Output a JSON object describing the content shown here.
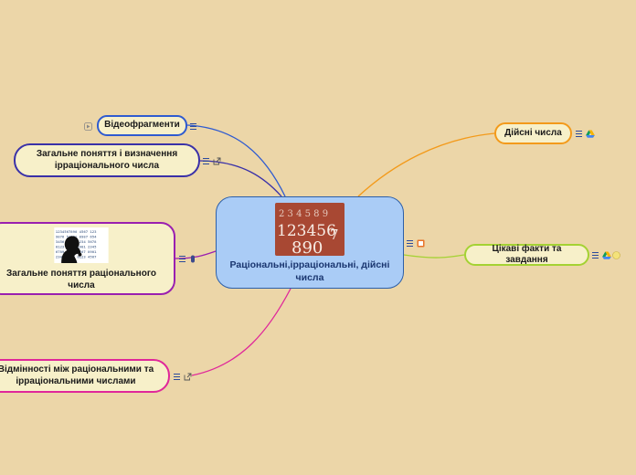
{
  "central_topic": {
    "title": "Раціональні,ірраціональні, дійсні числа",
    "image_label": "numbers-image",
    "color": "#aaccf6"
  },
  "nodes": [
    {
      "id": "video",
      "title": "Відеофрагменти",
      "border_color": "#2f5bd0",
      "link_color": "#2f5bd0"
    },
    {
      "id": "irrational",
      "title": "Загальне поняття і визначення ірраціонального числа",
      "border_color": "#3a31a8",
      "link_color": "#3a31a8"
    },
    {
      "id": "rational",
      "title": "Загальне поняття раціонального числа",
      "border_color": "#9a1fb0",
      "link_color": "#9a1fb0"
    },
    {
      "id": "differences",
      "title": "Відмінності між раціональними та ірраціональними числами",
      "border_color": "#e0279a",
      "link_color": "#e0279a"
    },
    {
      "id": "real",
      "title": "Дійсні числа",
      "border_color": "#f39a1a",
      "link_color": "#f39a1a"
    },
    {
      "id": "facts",
      "title": "Цікаві факти та завдання",
      "border_color": "#a4d233",
      "link_color": "#a4d233"
    }
  ],
  "icons": {
    "notes": "notes-icon",
    "link": "external-link-icon",
    "video": "video-icon",
    "drive": "google-drive-icon",
    "attachment": "attachment-icon",
    "image": "image-icon",
    "badge": "count-badge-icon"
  },
  "colors": {
    "background": "#ecd6a8",
    "node_fill": "#f7f0c9"
  }
}
